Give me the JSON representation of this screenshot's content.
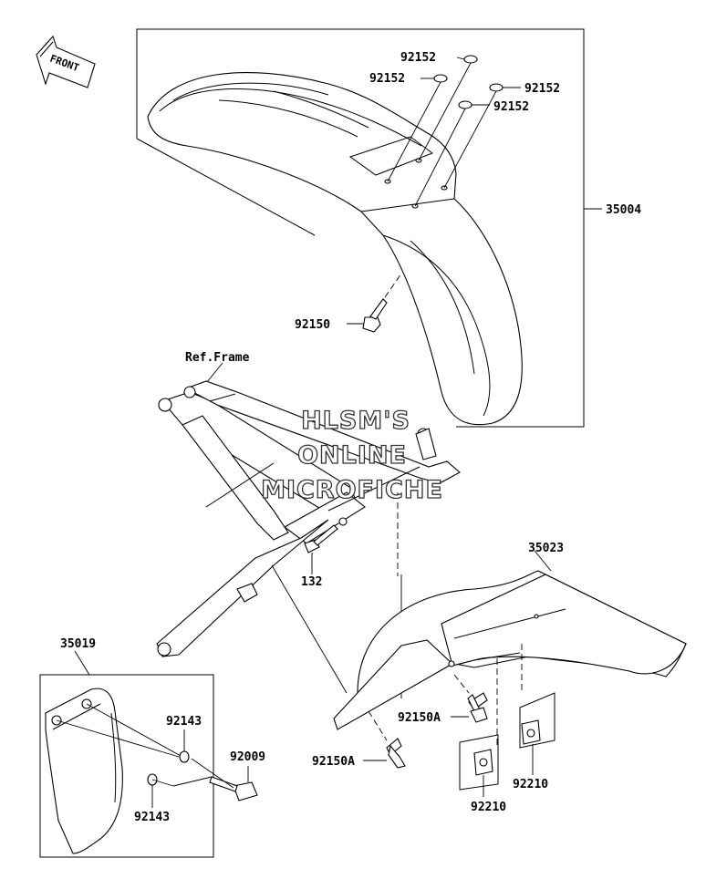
{
  "direction_arrow": {
    "label": "FRONT"
  },
  "reference": {
    "frame_label": "Ref.Frame"
  },
  "watermark": {
    "lines": [
      "HLSM'S",
      "ONLINE",
      "MICROFICHE"
    ]
  },
  "part_labels": {
    "p92152_a": "92152",
    "p92152_b": "92152",
    "p92152_c": "92152",
    "p92152_d": "92152",
    "p35004": "35004",
    "p92150": "92150",
    "p132": "132",
    "p35023": "35023",
    "p35019": "35019",
    "p92143_a": "92143",
    "p92143_b": "92143",
    "p92009": "92009",
    "p92150A_a": "92150A",
    "p92150A_b": "92150A",
    "p92210_a": "92210",
    "p92210_b": "92210"
  },
  "colors": {
    "line": "#000000",
    "background": "#ffffff",
    "watermark_outline": "#333333"
  }
}
